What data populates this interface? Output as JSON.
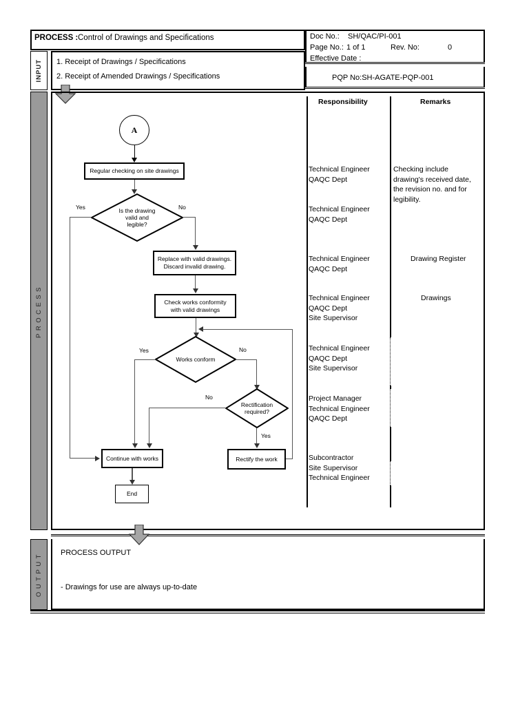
{
  "header": {
    "process_label": "PROCESS :",
    "process_title": "Control of Drawings and Specifications",
    "doc_no_label": "Doc No.:",
    "doc_no_value": "SH/QAC/PI-001",
    "page_no_label": "Page No.:",
    "page_no_value": "1 of 1",
    "rev_no_label": "Rev. No:",
    "rev_no_value": "0",
    "effective_date_label": "Effective Date :",
    "pqp_no": "PQP No:SH-AGATE-PQP-001"
  },
  "bands": {
    "input": "INPUT",
    "process": "PROCESS",
    "output": "OUTPUT"
  },
  "input": {
    "items": [
      "1. Receipt of Drawings / Specifications",
      "2. Receipt of Amended Drawings / Specifications"
    ]
  },
  "columns": {
    "responsibility_header": "Responsibility",
    "remarks_header": "Remarks"
  },
  "flow": {
    "connector_a": "A",
    "n_regular_check": "Regular checking on site drawings",
    "d_valid_legible": "Is the drawing\nvalid and\nlegible?",
    "n_replace": "Replace with valid drawings.\nDiscard invalid drawing.",
    "n_check_conformity": "Check works conformity\nwith valid drawings",
    "d_works_conform": "Works conform",
    "d_rectification": "Rectification\nrequired?",
    "n_continue": "Continue with works",
    "n_rectify": "Rectify the work",
    "n_end": "End",
    "label_yes_1": "Yes",
    "label_no_1": "No",
    "label_yes_2": "Yes",
    "label_no_2": "No",
    "label_no_3": "No",
    "label_yes_3": "Yes"
  },
  "responsibility": [
    "Technical Engineer\nQAQC Dept",
    "Technical Engineer\nQAQC Dept",
    "Technical Engineer\nQAQC Dept",
    "Technical Engineer\nQAQC Dept\nSite Supervisor",
    "Technical Engineer\nQAQC Dept\nSite Supervisor",
    "Project Manager\nTechnical Engineer\nQAQC Dept",
    "Subcontractor\nSite Supervisor\nTechnical Engineer"
  ],
  "remarks": [
    "Checking include\ndrawing's received date,\nthe revision no. and for\nlegibility.",
    "Drawing Register",
    "Drawings"
  ],
  "output": {
    "title": "PROCESS OUTPUT",
    "items": [
      "- Drawings for use are always up-to-date"
    ]
  },
  "colors": {
    "band_gray": "#9a9a9a",
    "line": "#000000",
    "connector": "#555555",
    "arrow_fill": "#a6a6a6"
  }
}
